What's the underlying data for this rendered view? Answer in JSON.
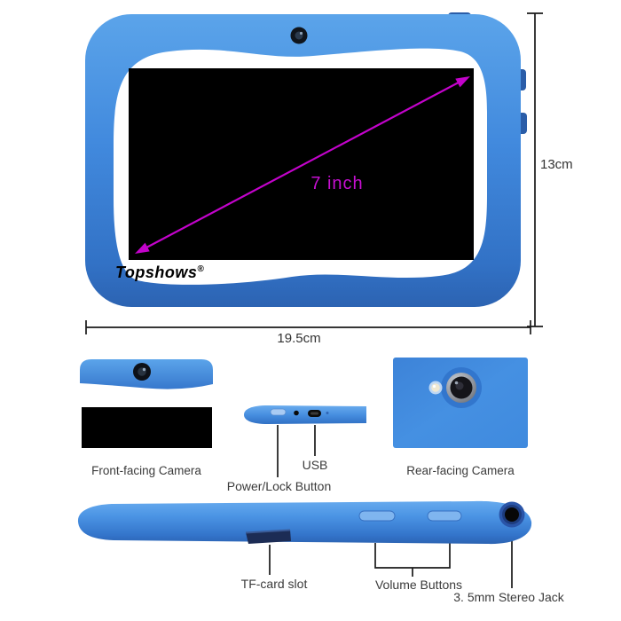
{
  "brand": {
    "name": "Topshows",
    "mark": "®"
  },
  "dimensions": {
    "diagonal": "7 inch",
    "height": "13cm",
    "width": "19.5cm"
  },
  "callouts": {
    "front_camera": "Front-facing Camera",
    "power": "Power/Lock Button",
    "usb": "USB",
    "rear_camera": "Rear-facing Camera",
    "tf_slot": "TF-card slot",
    "volume": "Volume Buttons",
    "jack": "3. 5mm Stereo Jack"
  },
  "colors": {
    "body_blue": "#428ade",
    "body_blue_light": "#5ba4ea",
    "body_blue_dark": "#2f6cc2",
    "accent_dark_blue": "#2a5da8",
    "magenta": "#c303cb",
    "label_text": "#3b3b3b",
    "annotation_line": "#1a1a1a",
    "screen_black": "#000000",
    "tf_navy": "#1c2c55"
  }
}
